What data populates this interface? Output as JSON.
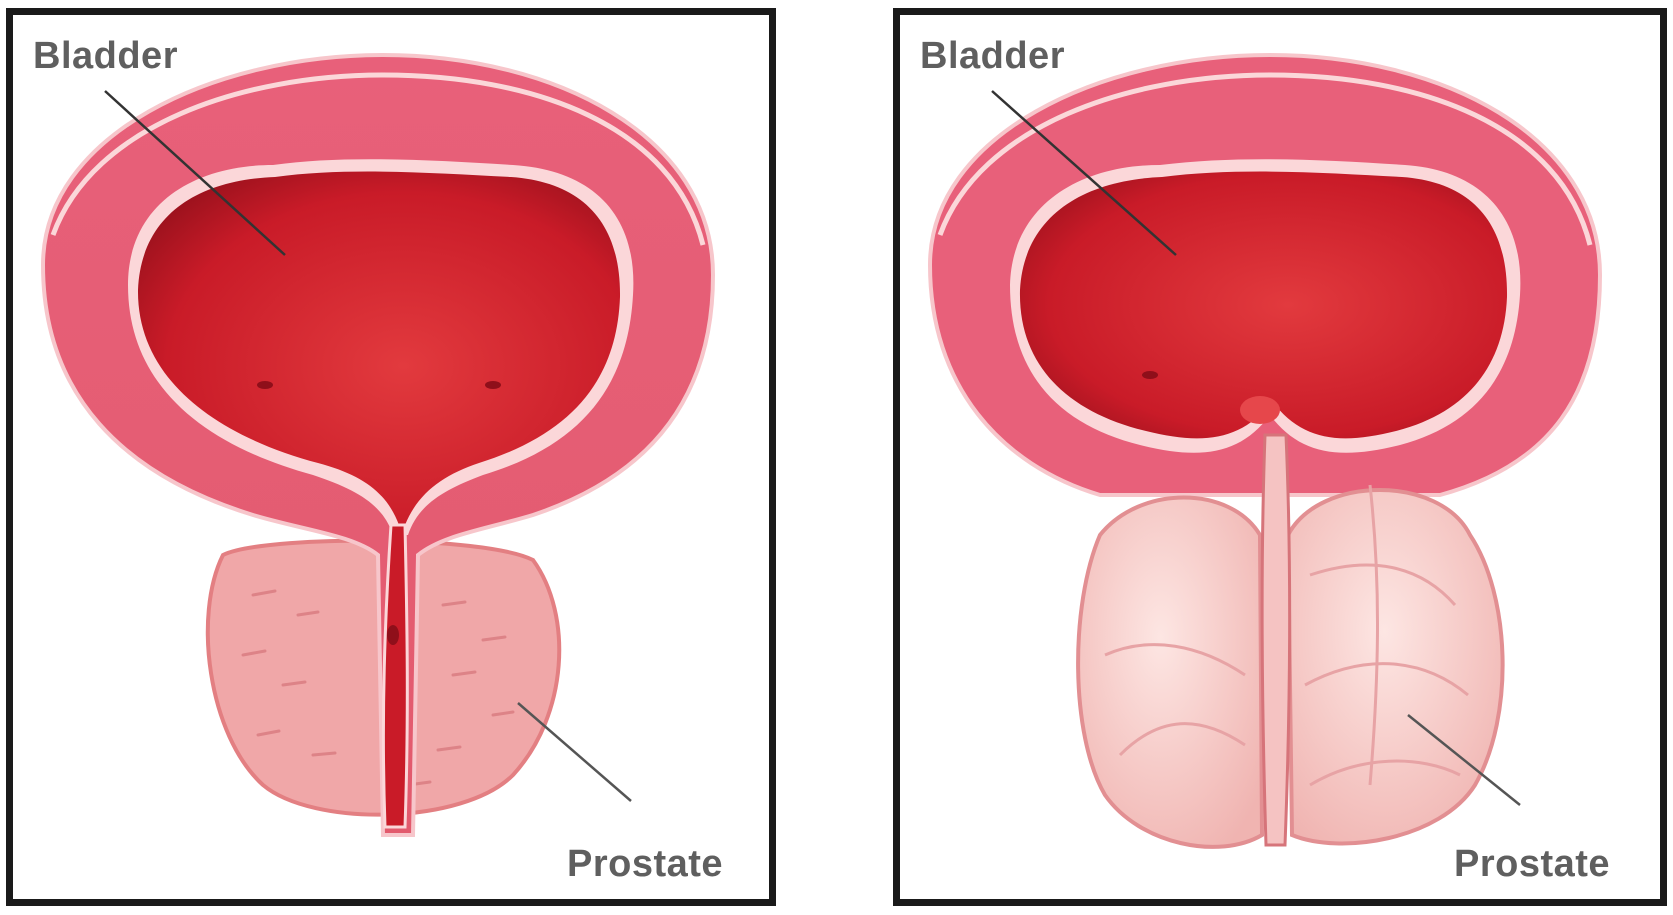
{
  "panels": [
    {
      "id": "normal",
      "labels": {
        "bladder": "Bladder",
        "prostate": "Prostate"
      }
    },
    {
      "id": "enlarged",
      "labels": {
        "bladder": "Bladder",
        "prostate": "Prostate"
      }
    }
  ],
  "colors": {
    "bladder_wall": "#e9687a",
    "bladder_lining": "#fbd7d9",
    "bladder_interior": "#cf1f2c",
    "prostate_normal": "#f0a7a8",
    "prostate_enlarged": "#f6c9c6",
    "border": "#1a1a1a",
    "label_text": "#5f5f5f"
  }
}
